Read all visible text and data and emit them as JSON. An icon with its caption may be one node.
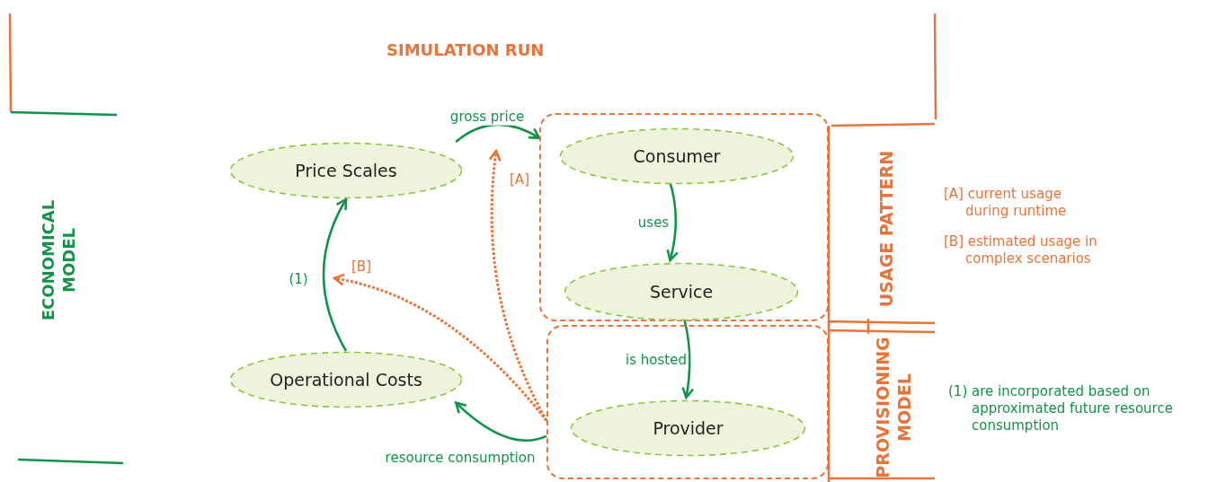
{
  "diagram": {
    "nodes": [
      {
        "text": [
          "Price Scales"
        ]
      },
      {
        "text": [
          "Operational Costs"
        ]
      },
      {
        "text": [
          "USAGE PATTERN"
        ]
      },
      {
        "text": [
          "Consumer"
        ],
        "in": 2
      },
      {
        "text": [
          "Service"
        ],
        "in": 2
      },
      {
        "text": [
          "PROVISIONING MODEL"
        ]
      },
      {
        "text": [
          "Provider"
        ],
        "in": 5
      }
    ],
    "edges": [
      {
        "from": 1,
        "to": 0,
        "arrow": "to",
        "label": "(1)"
      },
      {
        "from": 0,
        "to": 2,
        "arrow": "to",
        "label": "gross price"
      },
      {
        "from": 3,
        "to": 4,
        "arrow": "to",
        "label": "uses"
      },
      {
        "from": 4,
        "to": 6,
        "arrow": "to",
        "label": "is hosted"
      },
      {
        "from": 5,
        "to": 1,
        "arrow": "to",
        "label": "resource consumption"
      },
      {
        "from": 5,
        "to": null,
        "arrow": "to",
        "label": "[A]",
        "style": "dashed",
        "color": "#e8743b"
      },
      {
        "from": 5,
        "to": null,
        "arrow": "to",
        "label": "[B]",
        "style": "dashed",
        "color": "#e8743b"
      }
    ],
    "labels": [
      "SIMULATION RUN",
      "ECONOMICAL MODEL",
      "[A] current usage during runtime",
      "[B] estimated usage in complex scenarios",
      "(1) are incorporated based on approximated future resource consumption"
    ]
  }
}
